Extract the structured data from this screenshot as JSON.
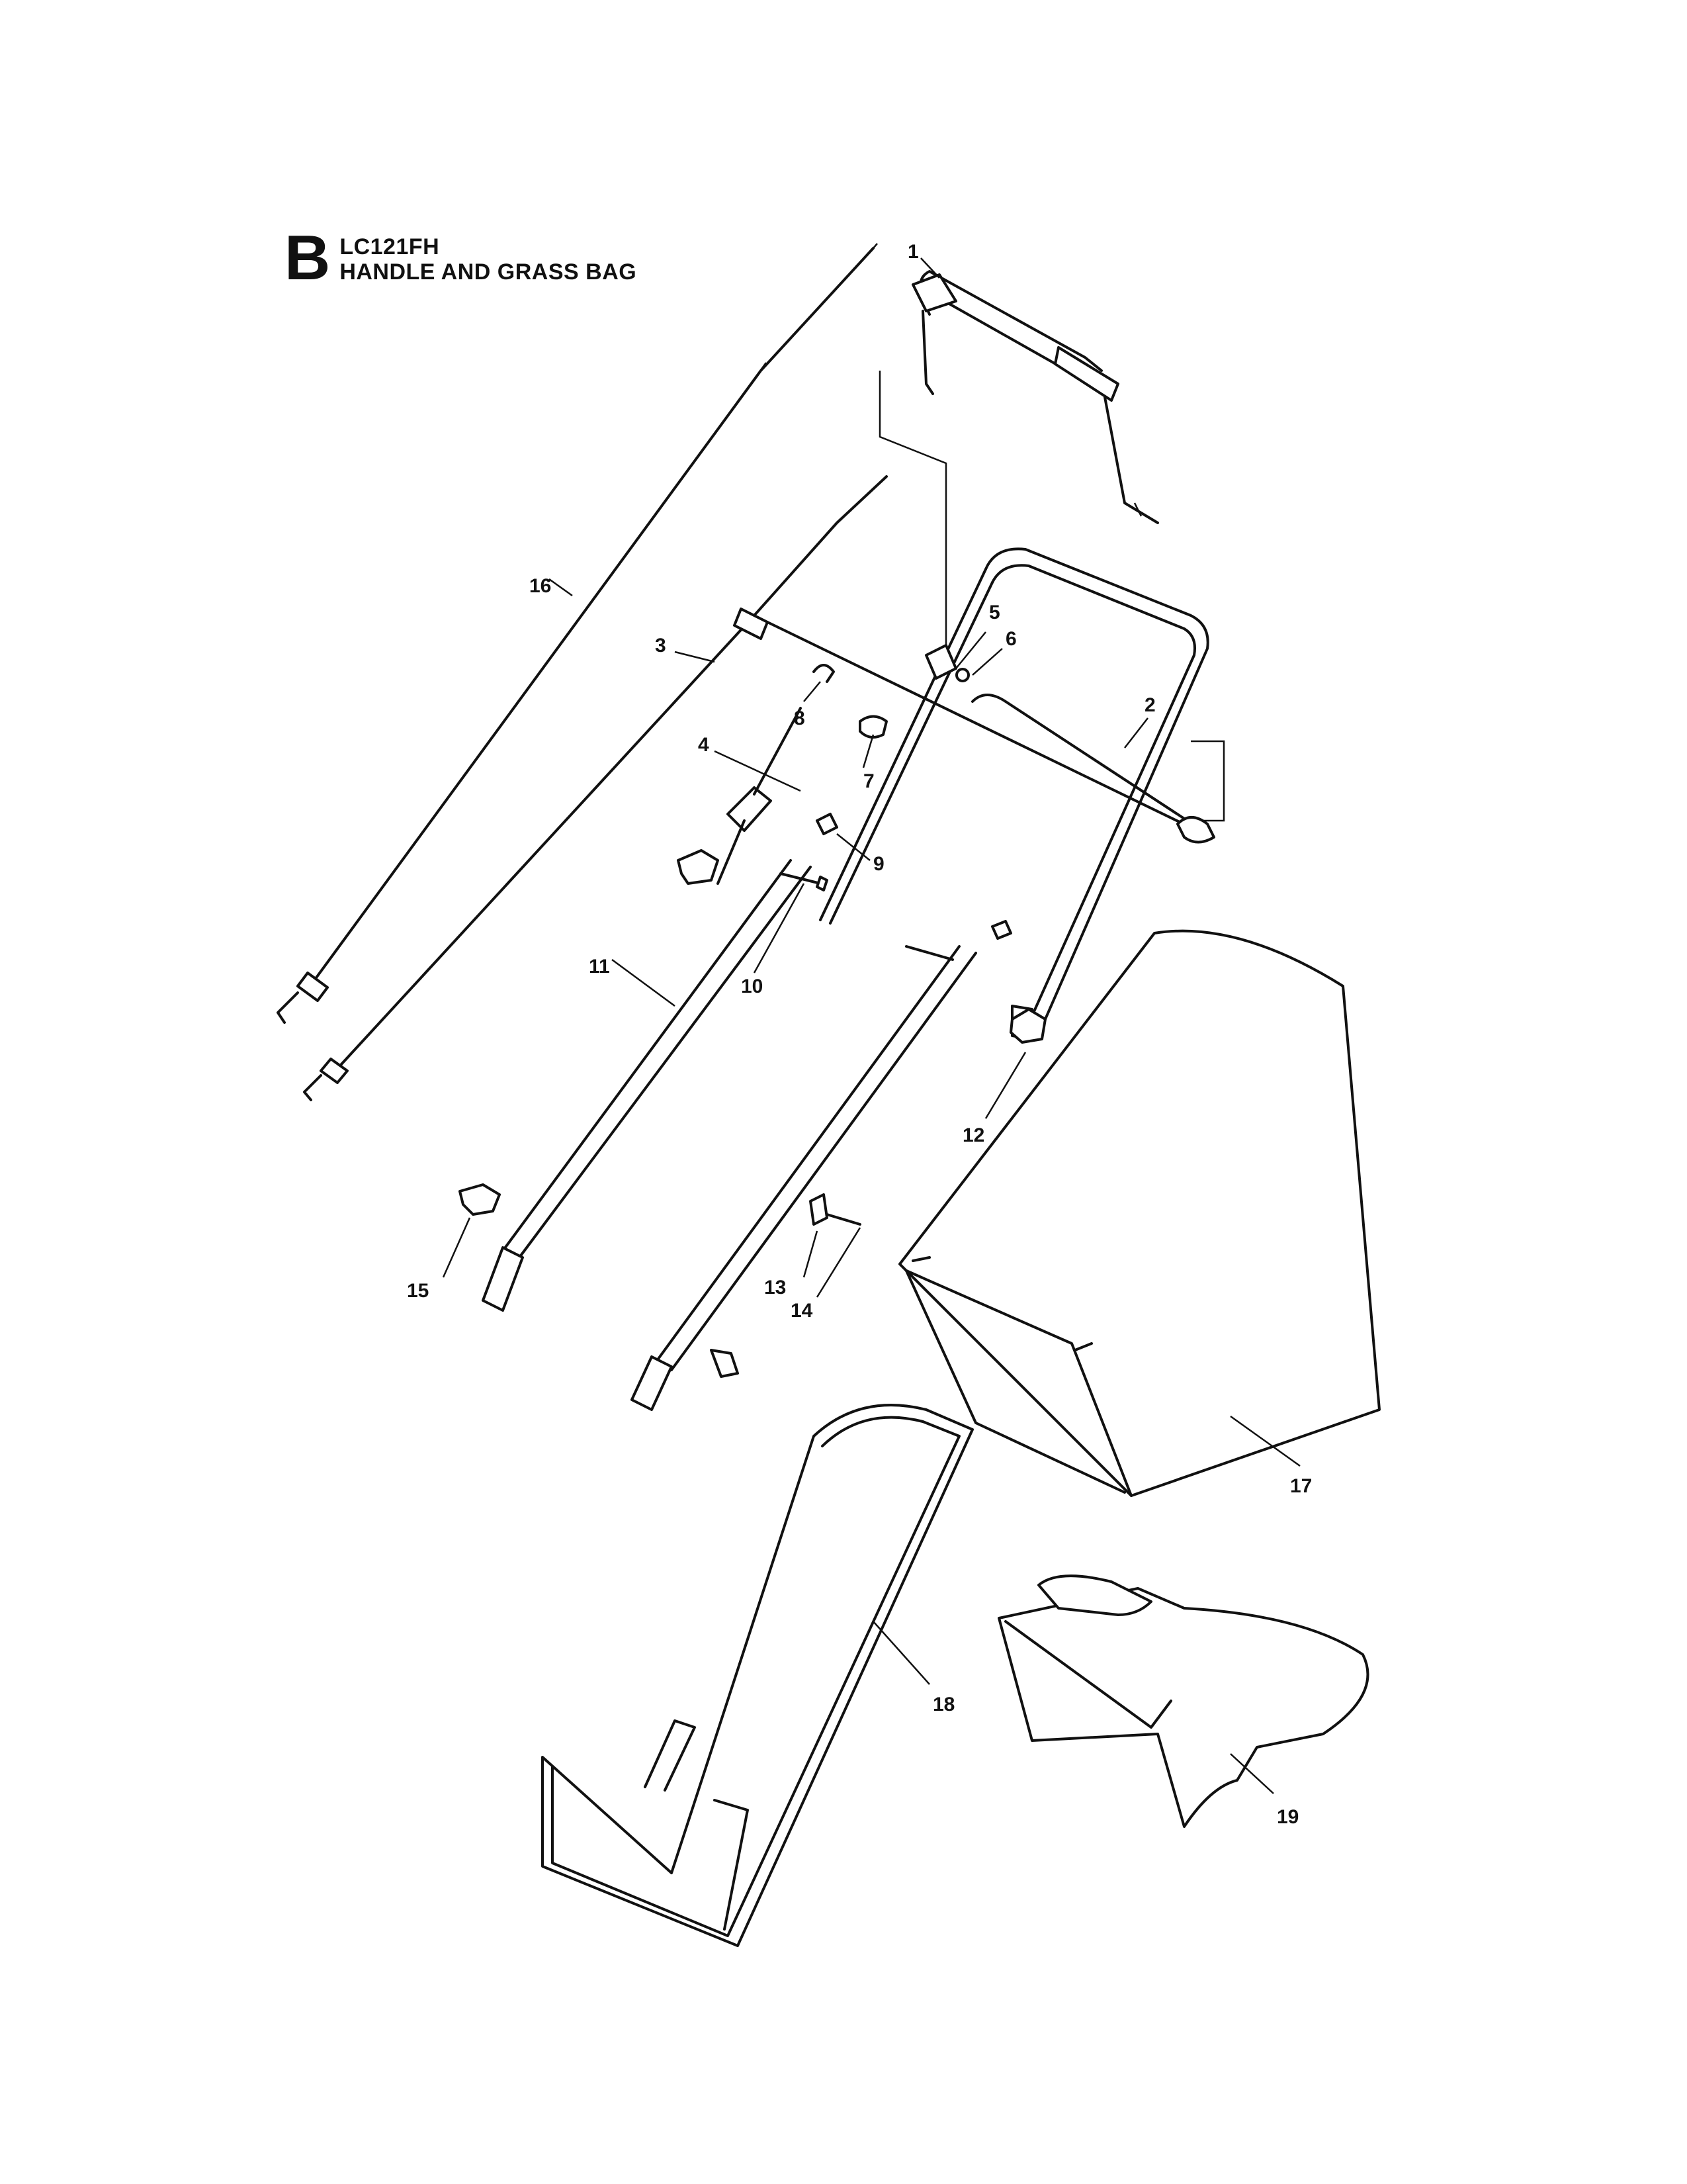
{
  "header": {
    "section_letter": "B",
    "model": "LC121FH",
    "title": "HANDLE AND GRASS BAG"
  },
  "callouts": [
    "1",
    "2",
    "3",
    "4",
    "5",
    "6",
    "7",
    "8",
    "9",
    "10",
    "11",
    "12",
    "13",
    "14",
    "15",
    "16",
    "17",
    "18",
    "19"
  ],
  "colors": {
    "ink": "#111111",
    "paper": "#ffffff"
  }
}
